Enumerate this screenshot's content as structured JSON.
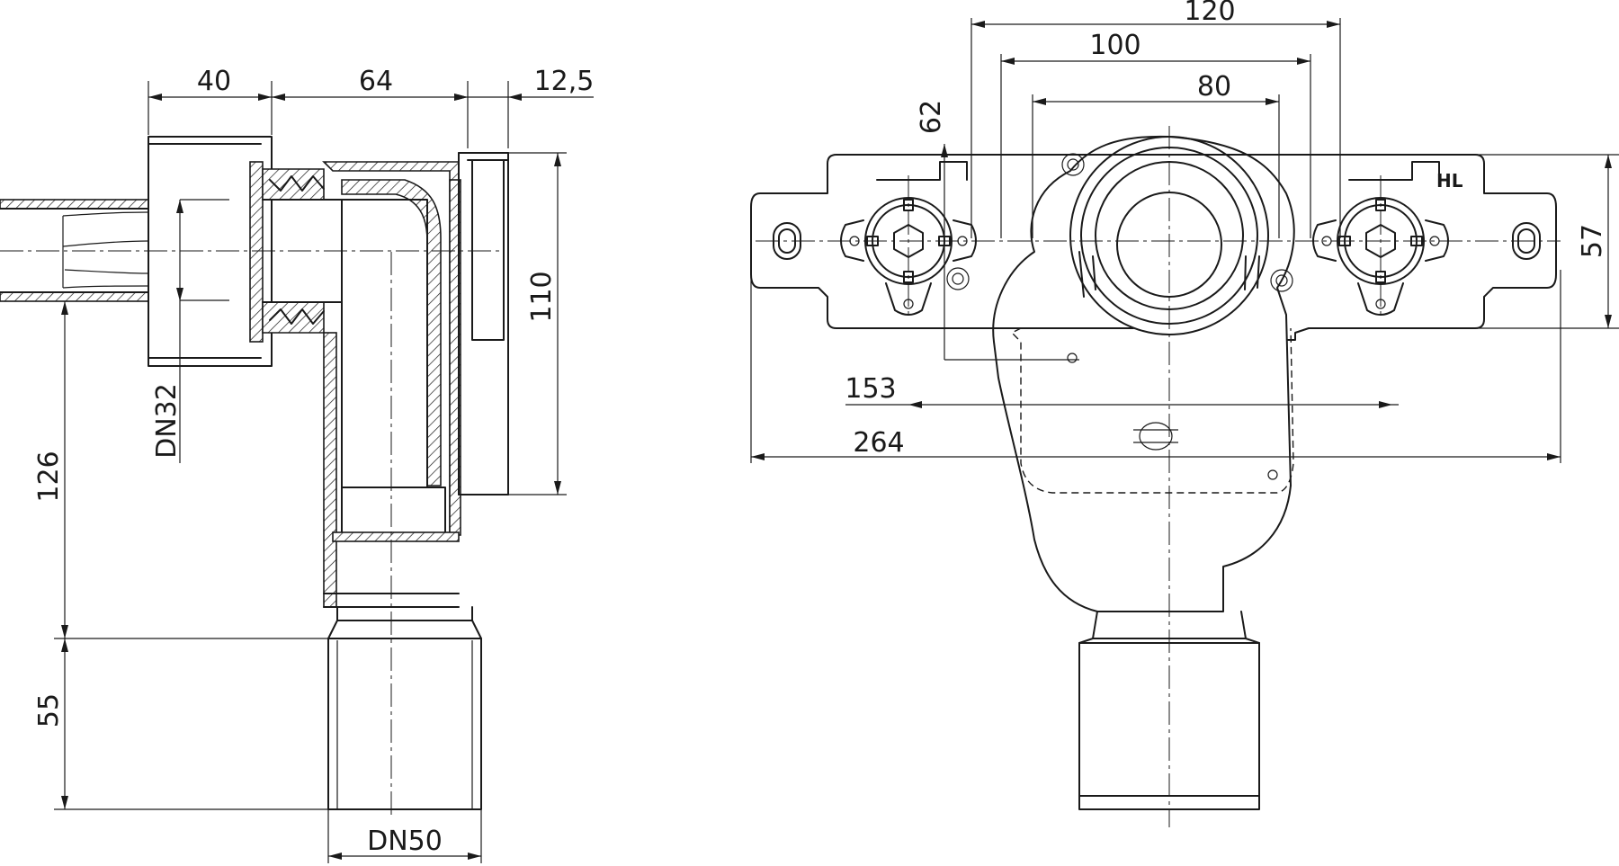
{
  "side_view": {
    "dim_width_inlet_spigot": "40",
    "dim_width_body": "64",
    "dim_width_flange": "12,5",
    "dim_height_housing": "110",
    "dim_height_outlet_axis": "126",
    "dim_height_outlet_spigot": "55",
    "inlet_label": "DN32",
    "outlet_label": "DN50"
  },
  "front_view": {
    "dim_spacing_outer": "120",
    "dim_spacing_middle": "100",
    "dim_spacing_inner": "80",
    "dim_center_offset": "62",
    "dim_mount_height": "57",
    "dim_valve_spacing": "153",
    "dim_overall_width": "264",
    "marking": "HL"
  }
}
